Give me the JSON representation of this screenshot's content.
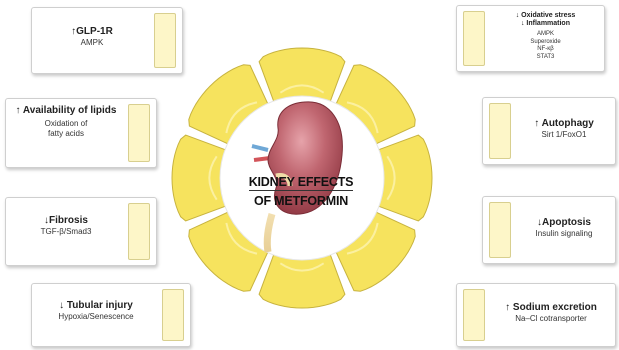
{
  "title_lines": [
    "KIDNEY EFFECTS",
    "OF METFORMIN"
  ],
  "colors": {
    "petal": "#f6e35e",
    "petal_stroke": "#c7b33f",
    "tab": "#fdf6c8",
    "kidney": "#b85a63"
  },
  "cards": {
    "glp1r": {
      "title": "↑GLP-1R",
      "lines": [
        "AMPK"
      ]
    },
    "lipids": {
      "title": "↑  Availability of lipids",
      "lines": [
        "Oxidation of",
        "fatty acids"
      ]
    },
    "fibrosis": {
      "title": "↓Fibrosis",
      "lines": [
        "TGF-β/Smad3"
      ]
    },
    "tubular": {
      "title": "↓ Tubular injury",
      "lines": [
        "Hypoxia/Senescence"
      ]
    },
    "oxidative": {
      "title_lines": [
        "↓ Oxidative stress",
        "↓ Inflammation"
      ],
      "lines": [
        "AMPK",
        "Superoxide",
        "NF-κβ",
        "STAT3"
      ]
    },
    "autophagy": {
      "title": "↑  Autophagy",
      "lines": [
        "Sirt 1/FoxO1"
      ]
    },
    "apoptosis": {
      "title": "↓Apoptosis",
      "lines": [
        "Insulin signaling"
      ]
    },
    "sodium": {
      "title": "↑ Sodium excretion",
      "lines": [
        "Na–Cl cotransporter"
      ]
    }
  }
}
